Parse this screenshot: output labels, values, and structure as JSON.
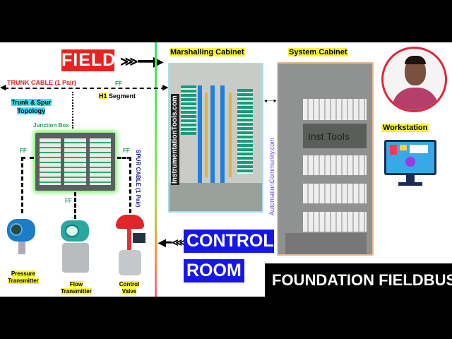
{
  "field_label": "FIELD",
  "trunk_cable": "TRUNK CABLE (1 Pair)",
  "ff": "FF",
  "h1": "H1",
  "segment": " Segment",
  "topology": [
    "Trunk & Spur",
    "Topology"
  ],
  "junction_box": "Junction Box",
  "spur_cable": "SPUR CABLE (1 Pair)",
  "devices": [
    {
      "label": [
        "Pressure",
        "Transmitter"
      ]
    },
    {
      "label": [
        "Flow",
        "Transmitter"
      ]
    },
    {
      "label": [
        "Control",
        "Valve"
      ]
    }
  ],
  "marshalling_cabinet": "Marshalling Cabinet",
  "system_cabinet": "System Cabinet",
  "watermark_instrumentation": "InstrumentationTools.com",
  "watermark_inst_tools": "Inst Tools",
  "automation_community": "AutomationCommunity.com",
  "workstation": "Workstation",
  "control": "CONTROL",
  "room": "ROOM",
  "title": "FOUNDATION FIELDBUS",
  "colors": {
    "field": "#e8231f",
    "control_room": "#1616e8",
    "highlight": "#f7f436",
    "topology": "#3fe0ef",
    "green": "#1aa05a"
  }
}
